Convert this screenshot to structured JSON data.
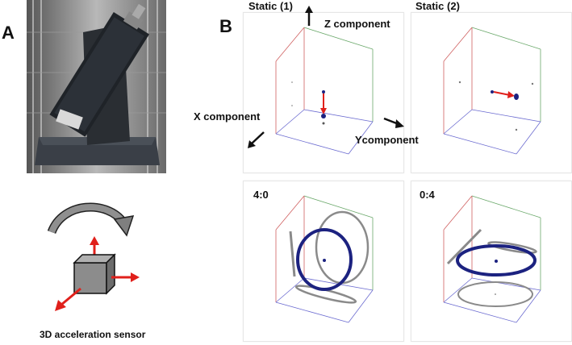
{
  "panels": {
    "a_label": "A",
    "b_label": "B"
  },
  "sensor": {
    "caption": "3D acceleration sensor"
  },
  "plots": {
    "static1_title": "Static (1)",
    "static2_title": "Static (2)",
    "ratio40_title": "4:0",
    "ratio04_title": "0:4",
    "z_component": "Z component",
    "x_component": "X component",
    "y_component": "Ycomponent"
  },
  "colors": {
    "red_arrow": "#e0201b",
    "navy_ellipse": "#1c2280",
    "gray_ellipse": "#8a8a8a",
    "axis_red": "#d06060",
    "axis_green": "#6aa86a",
    "axis_blue": "#6a6ad0"
  }
}
